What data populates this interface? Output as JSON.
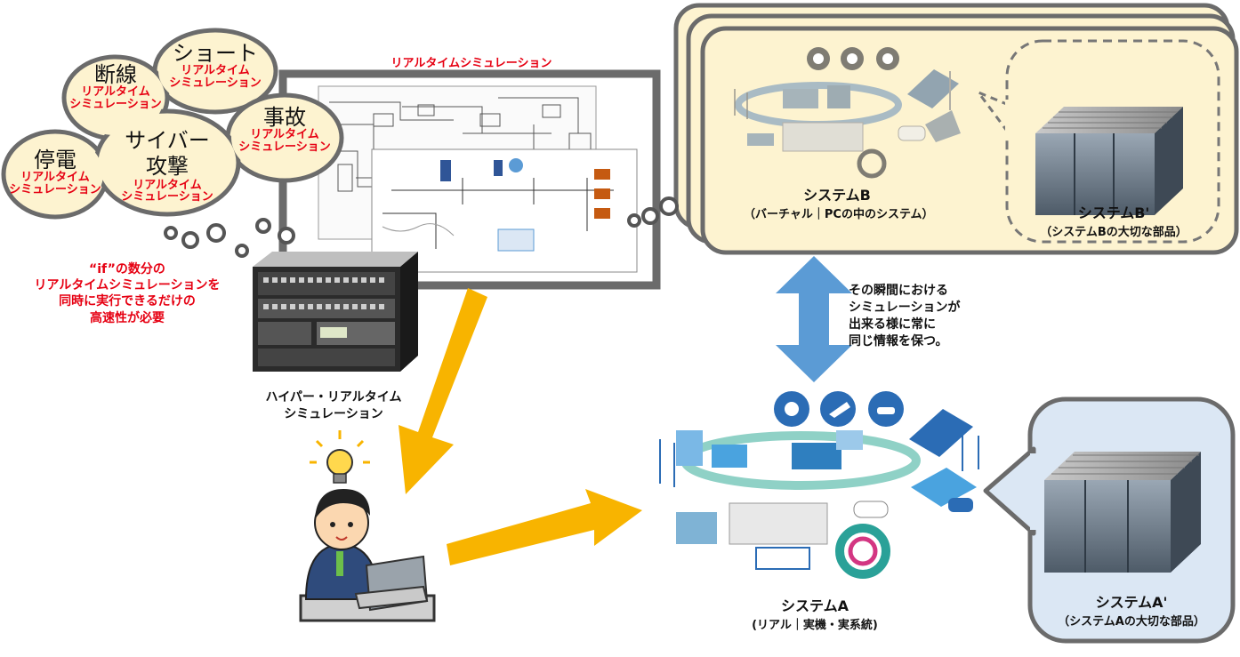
{
  "sim_window_title": "リアルタイムシミュレーション",
  "clouds": [
    {
      "id": "teiden",
      "title": "停電",
      "sub": "リアルタイム\nシミュレーション"
    },
    {
      "id": "dansen",
      "title": "断線",
      "sub": "リアルタイム\nシミュレーション"
    },
    {
      "id": "short",
      "title": "ショート",
      "sub": "リアルタイム\nシミュレーション"
    },
    {
      "id": "cyber",
      "title": "サイバー\n攻撃",
      "sub": "リアルタイム\nシミュレーション"
    },
    {
      "id": "jiko",
      "title": "事故",
      "sub": "リアルタイム\nシミュレーション"
    }
  ],
  "if_note": "“if”の数分の\nリアルタイムシミュレーションを\n同時に実行できるだけの\n高速性が必要",
  "hardware_label": "ハイパー・リアルタイム\nシミュレーション",
  "system_b": {
    "title": "システムB",
    "subtitle": "（バーチャル｜PCの中のシステム）"
  },
  "system_b_prime": {
    "title": "システムB'",
    "subtitle": "（システムBの大切な部品）"
  },
  "sync_note": "その瞬間における\nシミュレーションが\n出来る様に常に\n同じ情報を保つ。",
  "system_a": {
    "title": "システムA",
    "subtitle": "(リアル｜実機・実系統)"
  },
  "system_a_prime": {
    "title": "システムA'",
    "subtitle": "（システムAの大切な部品）"
  },
  "colors": {
    "red": "#e60012",
    "yellow_arrow": "#f8b400",
    "blue_arrow": "#5b9bd5",
    "panel_b": "#fdf3d0",
    "panel_a": "#dbe7f4",
    "frame_grey": "#6b6b6b",
    "cloud_fill": "#fdf3d0"
  },
  "icons": [
    "drone-icon",
    "airplane-icon",
    "ship-icon",
    "solar-panel-icon",
    "wind-turbine-icon",
    "car-icon",
    "house-icon",
    "factory-icon",
    "lightbulb-icon",
    "laptop-icon",
    "server-rack-icon"
  ]
}
